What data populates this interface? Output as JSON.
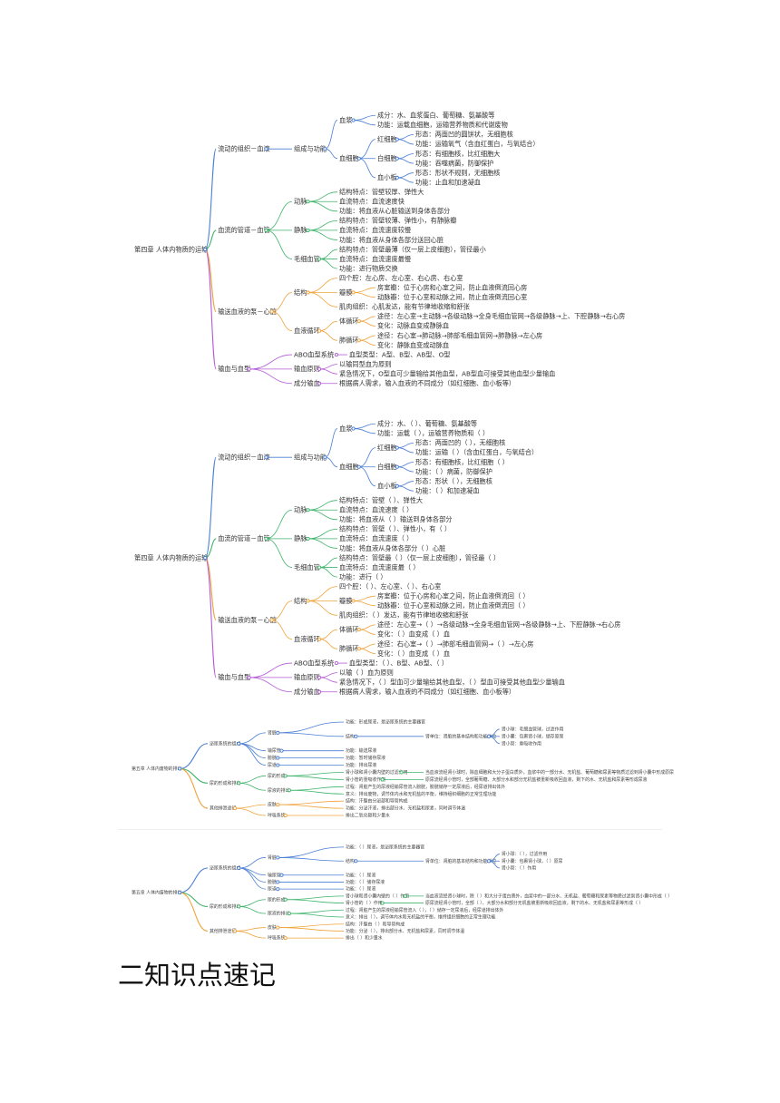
{
  "colors": {
    "c1": "#4a7fd6",
    "c2": "#3eb46b",
    "c3": "#f0a33c",
    "c4": "#b35bd6"
  },
  "mindmaps": [
    {
      "id": "map-1",
      "size": "large",
      "root": {
        "text": "第四章 人体内物质的运输",
        "children": [
          {
            "text": "流动的组织－血液",
            "children": [
              {
                "text": "组成与功能",
                "children": [
                  {
                    "text": "血浆",
                    "children": [
                      {
                        "text": "成分：水、血浆蛋白、葡萄糖、氨基酸等"
                      },
                      {
                        "text": "功能：运载血细胞，运输营养物质和代谢废物"
                      }
                    ]
                  },
                  {
                    "text": "血细胞",
                    "children": [
                      {
                        "text": "红细胞",
                        "children": [
                          {
                            "text": "形态：两面凹的圆饼状，无细胞核"
                          },
                          {
                            "text": "功能：运输氧气（含血红蛋白，与氧结合）"
                          }
                        ]
                      },
                      {
                        "text": "白细胞",
                        "children": [
                          {
                            "text": "形态：有细胞核，比红细胞大"
                          },
                          {
                            "text": "功能：吞噬病菌，防御保护"
                          }
                        ]
                      },
                      {
                        "text": "血小板",
                        "children": [
                          {
                            "text": "形态：形状不规则，无细胞核"
                          },
                          {
                            "text": "功能：止血和加速凝血"
                          }
                        ]
                      }
                    ]
                  }
                ]
              }
            ]
          },
          {
            "text": "血流的管道－血管",
            "children": [
              {
                "text": "动脉",
                "children": [
                  {
                    "text": "结构特点：管壁较厚、弹性大"
                  },
                  {
                    "text": "血流特点：血流速度快"
                  },
                  {
                    "text": "功能：将血液从心脏输送到身体各部分"
                  }
                ]
              },
              {
                "text": "静脉",
                "children": [
                  {
                    "text": "结构特点：管壁较薄、弹性小，有静脉瓣"
                  },
                  {
                    "text": "血流特点：血流速度较慢"
                  },
                  {
                    "text": "功能：将血液从身体各部分送回心脏"
                  }
                ]
              },
              {
                "text": "毛细血管",
                "children": [
                  {
                    "text": "结构特点：管壁最薄（仅一层上皮细胞），管径最小"
                  },
                  {
                    "text": "血流特点：血流速度最慢"
                  },
                  {
                    "text": "功能：进行物质交换"
                  }
                ]
              }
            ]
          },
          {
            "text": "输送血液的泵－心脏",
            "children": [
              {
                "text": "结构",
                "children": [
                  {
                    "text": "四个腔：左心房、左心室、右心房、右心室"
                  },
                  {
                    "text": "瓣膜",
                    "children": [
                      {
                        "text": "房室瓣：位于心房和心室之间，防止血液倒流回心房"
                      },
                      {
                        "text": "动脉瓣：位于心室和动脉之间，防止血液倒流回心室"
                      }
                    ]
                  },
                  {
                    "text": "肌肉组织：心肌发达，能有节律地收缩和舒张"
                  }
                ]
              },
              {
                "text": "血液循环",
                "children": [
                  {
                    "text": "体循环",
                    "children": [
                      {
                        "text": "途径：左心室→主动脉→各级动脉→全身毛细血管网→各级静脉→上、下腔静脉→右心房"
                      },
                      {
                        "text": "变化：动脉血变成静脉血"
                      }
                    ]
                  },
                  {
                    "text": "肺循环",
                    "children": [
                      {
                        "text": "途径：右心室→肺动脉→肺部毛细血管网→肺静脉→左心房"
                      },
                      {
                        "text": "变化：静脉血变成动脉血"
                      }
                    ]
                  }
                ]
              }
            ]
          },
          {
            "text": "输血与血型",
            "children": [
              {
                "text": "ABO血型系统",
                "children": [
                  {
                    "text": "血型类型：A型、B型、AB型、O型"
                  }
                ]
              },
              {
                "text": "输血原则",
                "children": [
                  {
                    "text": "以输同型血为原则"
                  },
                  {
                    "text": "紧急情况下，O型血可少量输给其他血型，AB型血可接受其他血型少量输血"
                  }
                ]
              },
              {
                "text": "成分输血",
                "children": [
                  {
                    "text": "根据病人需求，输入血液的不同成分（如红细胞、血小板等）"
                  }
                ]
              }
            ]
          }
        ]
      }
    },
    {
      "id": "map-2",
      "size": "large",
      "root": {
        "text": "第四章 人体内物质的运输",
        "children": [
          {
            "text": "流动的组织－血液",
            "children": [
              {
                "text": "组成与功能",
                "children": [
                  {
                    "text": "血浆",
                    "children": [
                      {
                        "text": "成分：水、（ ）、葡萄糖、氨基酸等"
                      },
                      {
                        "text": "功能：运载（ ），运输营养物质和（ ）"
                      }
                    ]
                  },
                  {
                    "text": "血细胞",
                    "children": [
                      {
                        "text": "红细胞",
                        "children": [
                          {
                            "text": "形态：两面凹的（ ），无细胞核"
                          },
                          {
                            "text": "功能：运输（ ）（含血红蛋白，与氧结合）"
                          }
                        ]
                      },
                      {
                        "text": "白细胞",
                        "children": [
                          {
                            "text": "形态：有细胞核，比红细胞（ ）"
                          },
                          {
                            "text": "功能：（ ）病菌，防御保护"
                          }
                        ]
                      },
                      {
                        "text": "血小板",
                        "children": [
                          {
                            "text": "形态：形状（ ），无细胞核"
                          },
                          {
                            "text": "功能：（ ）和加速凝血"
                          }
                        ]
                      }
                    ]
                  }
                ]
              }
            ]
          },
          {
            "text": "血流的管道－血管",
            "children": [
              {
                "text": "动脉",
                "children": [
                  {
                    "text": "结构特点：管壁（ ）、弹性大"
                  },
                  {
                    "text": "血流特点：血流速度（ ）"
                  },
                  {
                    "text": "功能：将血液从（ ）输送到身体各部分"
                  }
                ]
              },
              {
                "text": "静脉",
                "children": [
                  {
                    "text": "结构特点：管壁（ ）、弹性小，有（ ）"
                  },
                  {
                    "text": "血流特点：血流速度（ ）"
                  },
                  {
                    "text": "功能：将血液从身体各部分（ ）心脏"
                  }
                ]
              },
              {
                "text": "毛细血管",
                "children": [
                  {
                    "text": "结构特点：管壁最（ ）（仅一层上皮细胞），管径最（ ）"
                  },
                  {
                    "text": "血流特点：血流速度最（ ）"
                  },
                  {
                    "text": "功能：进行（ ）"
                  }
                ]
              }
            ]
          },
          {
            "text": "输送血液的泵－心脏",
            "children": [
              {
                "text": "结构",
                "children": [
                  {
                    "text": "四个腔：（ ）、左心室、（ ）、右心室"
                  },
                  {
                    "text": "瓣膜",
                    "children": [
                      {
                        "text": "房室瓣：位于心房和心室之间，防止血液倒流回（ ）"
                      },
                      {
                        "text": "动脉瓣：位于心室和动脉之间，防止血液倒流回（ ）"
                      }
                    ]
                  },
                  {
                    "text": "肌肉组织：（ ）发达，能有节律地收缩和舒张"
                  }
                ]
              },
              {
                "text": "血液循环",
                "children": [
                  {
                    "text": "体循环",
                    "children": [
                      {
                        "text": "途径：左心室→（ ）→各级动脉→全身毛细血管网→各级静脉→上、下腔静脉→右心房"
                      },
                      {
                        "text": "变化：（ ）血变成（ ）血"
                      }
                    ]
                  },
                  {
                    "text": "肺循环",
                    "children": [
                      {
                        "text": "途径：右心室→（ ）→肺部毛细血管网→（ ）→左心房"
                      },
                      {
                        "text": "变化：（ ）血变成（ ）血"
                      }
                    ]
                  }
                ]
              }
            ]
          },
          {
            "text": "输血与血型",
            "children": [
              {
                "text": "ABO血型系统",
                "children": [
                  {
                    "text": "血型类型：（ ）、B型、AB型、（ ）"
                  }
                ]
              },
              {
                "text": "输血原则",
                "children": [
                  {
                    "text": "以输（ ）血为原则"
                  },
                  {
                    "text": "紧急情况下，（ ）型血可少量输给其他血型，（ ）型血可接受其他血型少量输血"
                  }
                ]
              },
              {
                "text": "成分输血",
                "children": [
                  {
                    "text": "根据病人需求，输入血液的不同成分（如红细胞、血小板等）"
                  }
                ]
              }
            ]
          }
        ]
      }
    },
    {
      "id": "map-3",
      "size": "small",
      "root": {
        "text": "第五章 人体内废物的排出",
        "children": [
          {
            "text": "泌尿系统的组成",
            "children": [
              {
                "text": "肾脏",
                "children": [
                  {
                    "text": "功能：形成尿液，是泌尿系统的主要器官"
                  },
                  {
                    "text": "结构",
                    "children": [
                      {
                        "text": "肾单位：肾脏的基本结构和功能单位",
                        "children": [
                          {
                            "text": "肾小球：毛细血管球，过滤作用"
                          },
                          {
                            "text": "肾小囊：包裹肾小球，储存原尿"
                          },
                          {
                            "text": "肾小管：重吸收作用"
                          }
                        ]
                      }
                    ]
                  }
                ]
              },
              {
                "text": "输尿管",
                "children": [
                  {
                    "text": "功能：输送尿液"
                  }
                ]
              },
              {
                "text": "膀胱",
                "children": [
                  {
                    "text": "功能：暂时储存尿液"
                  }
                ]
              },
              {
                "text": "尿道",
                "children": [
                  {
                    "text": "功能：排出尿液"
                  }
                ]
              }
            ]
          },
          {
            "text": "尿的形成和排出",
            "children": [
              {
                "text": "尿的形成",
                "children": [
                  {
                    "text": "肾小球和肾小囊内壁的过滤作用",
                    "children": [
                      {
                        "text": "当血液流经肾小球时，除血细胞和大分子蛋白质外，血浆中的一部分水、无机盐、葡萄糖和尿素等物质过滤到肾小囊中形成原尿"
                      }
                    ]
                  },
                  {
                    "text": "肾小管的重吸收作用",
                    "children": [
                      {
                        "text": "原尿流经肾小管时，全部葡萄糖、大部分水和部分无机盐被重新吸收回血液，剩下的水、无机盐和尿素等形成尿液"
                      }
                    ]
                  }
                ]
              },
              {
                "text": "尿液的排出",
                "children": [
                  {
                    "text": "过程：肾脏产生的尿液经输尿管流入膀胱，膀胱储存一定尿液后，经尿道排出体外"
                  },
                  {
                    "text": "意义：排出废物，调节体内水和无机盐的平衡，维持组织细胞的正常生理功能"
                  }
                ]
              }
            ]
          },
          {
            "text": "其他排泄途径",
            "children": [
              {
                "text": "皮肤",
                "children": [
                  {
                    "text": "结构：汗腺由分泌部和导管构成"
                  },
                  {
                    "text": "功能：分泌汗液，排出部分水、无机盐和尿素，同时调节体温"
                  }
                ]
              },
              {
                "text": "呼吸系统",
                "children": [
                  {
                    "text": "排出二氧化碳和少量水"
                  }
                ]
              }
            ]
          }
        ]
      }
    },
    {
      "id": "map-4",
      "size": "small",
      "root": {
        "text": "第五章 人体内废物的排出",
        "children": [
          {
            "text": "泌尿系统的组成",
            "children": [
              {
                "text": "肾脏",
                "children": [
                  {
                    "text": "功能：（ ）尿液，是泌尿系统的主要器官"
                  },
                  {
                    "text": "结构",
                    "children": [
                      {
                        "text": "肾单位：肾脏的基本结构和功能单位",
                        "children": [
                          {
                            "text": "肾小球：（ ），过滤作用"
                          },
                          {
                            "text": "肾小囊：包裹肾小球，（ ）原尿"
                          },
                          {
                            "text": "肾小管：（ ）作用"
                          }
                        ]
                      }
                    ]
                  }
                ]
              },
              {
                "text": "输尿管",
                "children": [
                  {
                    "text": "功能：（ ）尿液"
                  }
                ]
              },
              {
                "text": "膀胱",
                "children": [
                  {
                    "text": "功能：（ ）储存尿液"
                  }
                ]
              },
              {
                "text": "尿道",
                "children": [
                  {
                    "text": "功能：（ ）尿液"
                  }
                ]
              }
            ]
          },
          {
            "text": "尿的形成和排出",
            "children": [
              {
                "text": "尿的形成",
                "children": [
                  {
                    "text": "肾小球和肾小囊内壁的（ ）作用",
                    "children": [
                      {
                        "text": "当血液流经肾小球时，除（ ）和大分子蛋白质外，血浆中的一部分水、无机盐、葡萄糖和尿素等物质过滤到肾小囊中形成（ ）"
                      }
                    ]
                  },
                  {
                    "text": "肾小管的（ ）作用",
                    "children": [
                      {
                        "text": "原尿流经肾小管时，全部（ ）、大部分水和部分无机盐被重新吸收回血液，剩下的水、无机盐和尿素等形成（ ）"
                      }
                    ]
                  }
                ]
              },
              {
                "text": "尿液的排出",
                "children": [
                  {
                    "text": "过程：肾脏产生的尿液经输尿管流入（ ），（ ）储存一定尿液后，经尿道排出体外"
                  },
                  {
                    "text": "意义：排出（ ），调节体内水和无机盐的平衡，维持组织细胞的正常生理功能"
                  }
                ]
              }
            ]
          },
          {
            "text": "其他排泄途径",
            "children": [
              {
                "text": "皮肤",
                "children": [
                  {
                    "text": "结构：汗腺由（ ）和导管构成"
                  },
                  {
                    "text": "功能：分泌（ ），排出部分水、无机盐和尿素，同时调节体温"
                  }
                ]
              },
              {
                "text": "呼吸系统",
                "children": [
                  {
                    "text": "排出（ ）和少量水"
                  }
                ]
              }
            ]
          }
        ]
      }
    }
  ],
  "heading": "二知识点速记"
}
